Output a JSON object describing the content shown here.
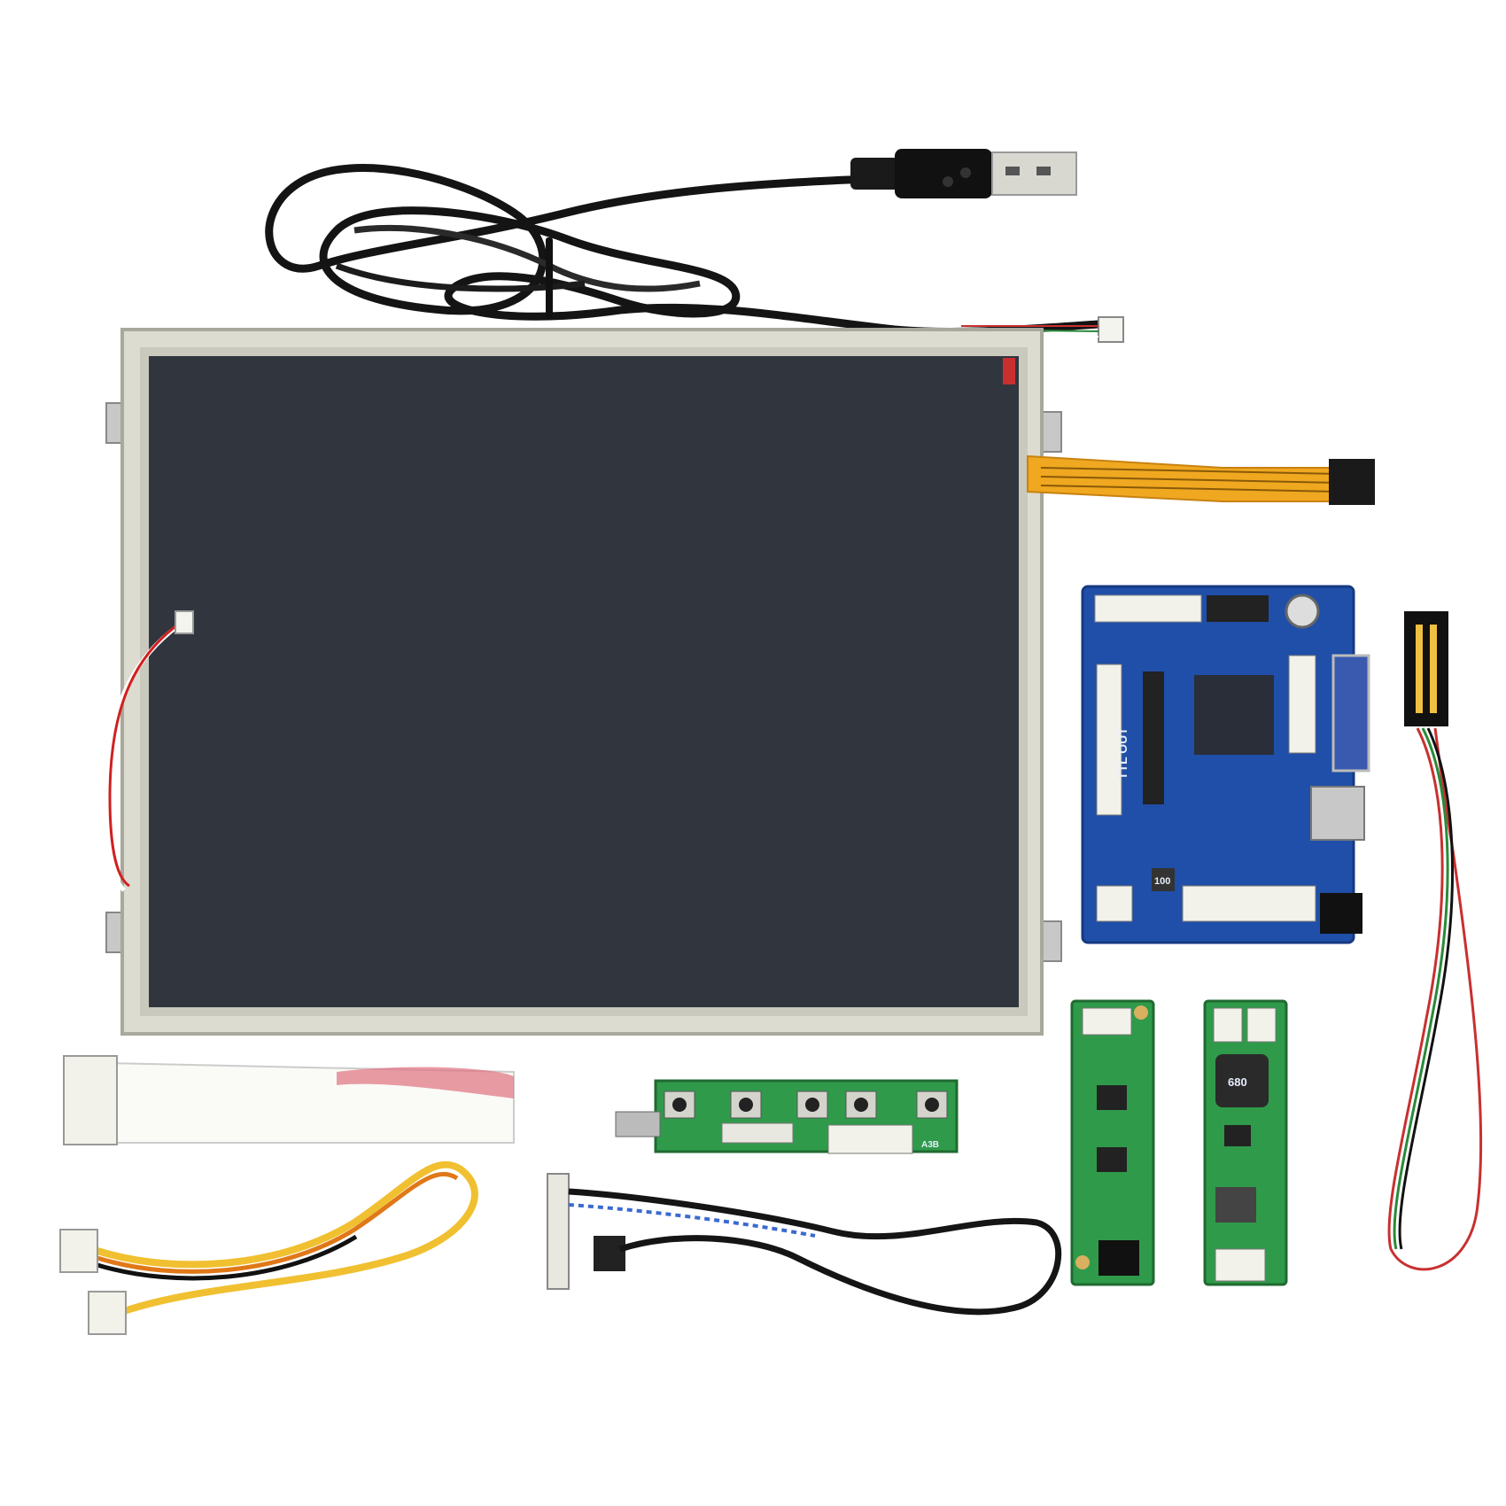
{
  "scene": {
    "background": "#ffffff",
    "screen_color": "#30353e",
    "bezel_color": "#dcdcd0",
    "pcb_blue": "#1f4fa8",
    "pcb_green": "#2f9a4a",
    "fpc_color": "#f0a820"
  },
  "labels": {
    "ttl_out": "TTL OUT",
    "inductor_main": "100",
    "inductor_inverter": "680",
    "keypad_marking": "A3B"
  },
  "icons": {
    "usb_plug": "usb-plug-icon"
  }
}
